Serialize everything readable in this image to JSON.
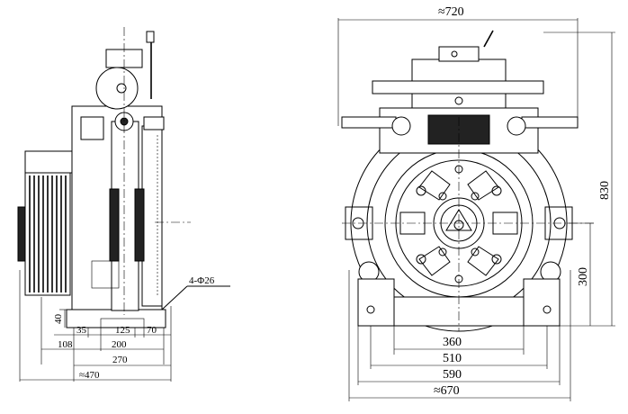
{
  "side_view": {
    "dim_hole_spec": "4-Φ26",
    "dim_height_40": "40",
    "dim_35": "35",
    "dim_125": "125",
    "dim_70": "70",
    "dim_108": "108",
    "dim_200": "200",
    "dim_270": "270",
    "dim_470": "≈470"
  },
  "front_view": {
    "dim_720": "≈720",
    "dim_830": "830",
    "dim_300": "300",
    "dim_360": "360",
    "dim_510": "510",
    "dim_590": "590",
    "dim_670": "≈670"
  }
}
